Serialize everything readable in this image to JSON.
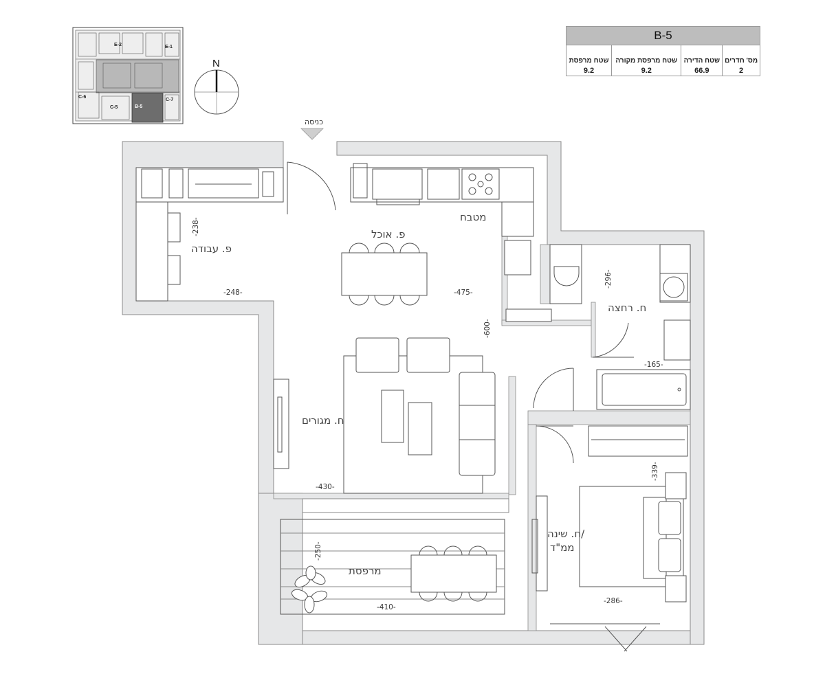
{
  "unit_table": {
    "code": "B-5",
    "headers": {
      "rooms": "מס' חדרים",
      "apartment_area": "שטח הדירה",
      "roofed_balcony_area": "שטח מרפסת מקורה",
      "balcony_area": "שטח מרפסת"
    },
    "values": {
      "rooms": "2",
      "apartment_area": "66.9",
      "roofed_balcony_area": "9.2",
      "balcony_area": "9.2"
    }
  },
  "key_plan": {
    "labels": [
      "E-2",
      "E-1",
      "C-6",
      "C-5",
      "B-5",
      "C-7"
    ]
  },
  "compass": {
    "north_label": "N"
  },
  "entrance_label": "כניסה",
  "rooms": {
    "kitchen": "מטבח",
    "dining": "פ. אוכל",
    "work": "פ. עבודה",
    "bathroom": "ח. רחצה",
    "living": "ח. מגורים",
    "bedroom_line1": "ח. שינה/",
    "bedroom_line2": "ממ\"ד",
    "balcony": "מרפסת"
  },
  "dimensions": {
    "work_h": "-238-",
    "work_w": "-248-",
    "dining_w": "-475-",
    "living_h": "-600-",
    "living_w": "-430-",
    "bath_h": "-296-",
    "bath_w": "-165-",
    "bed_h": "-339-",
    "bed_w": "-286-",
    "balcony_h": "-250-",
    "balcony_w": "-410-"
  }
}
